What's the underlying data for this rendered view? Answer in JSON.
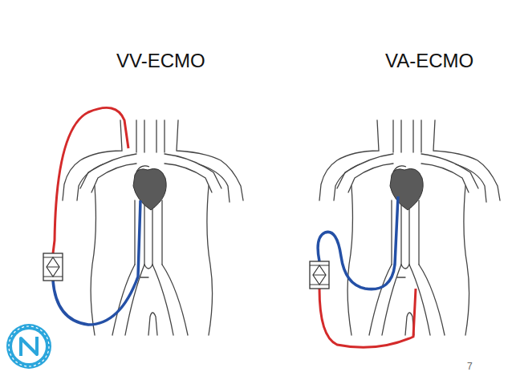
{
  "diagram": {
    "labels": [
      "VV-ECMO",
      "VA-ECMO",
      "7"
    ]
  }
}
